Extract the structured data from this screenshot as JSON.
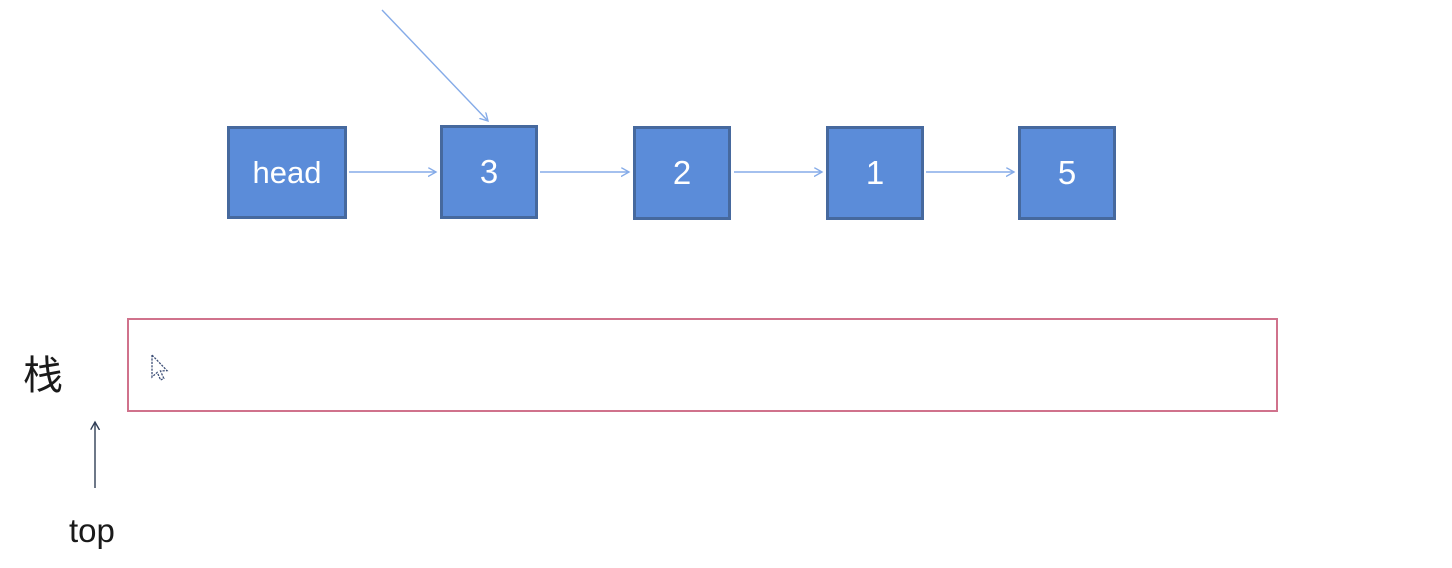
{
  "diagram_title": "linked-list-to-stack",
  "linked_list": {
    "head_label": "head",
    "nodes": [
      "3",
      "2",
      "1",
      "5"
    ],
    "connector_icon": "right-arrow-icon",
    "insert_pointer_icon": "diagonal-arrow-icon"
  },
  "stack": {
    "label": "栈",
    "pointer_label": "top",
    "pointer_icon": "up-arrow-icon",
    "content": ""
  },
  "cursor_icon": "mouse-pointer-icon",
  "colors": {
    "node_fill": "#5b8cd9",
    "node_border": "#46699e",
    "arrow_blue": "#85abe8",
    "arrow_dark": "#2f3d55",
    "stack_border": "#d0728c",
    "text_light": "#ffffff",
    "text_dark": "#1a1a1a"
  }
}
